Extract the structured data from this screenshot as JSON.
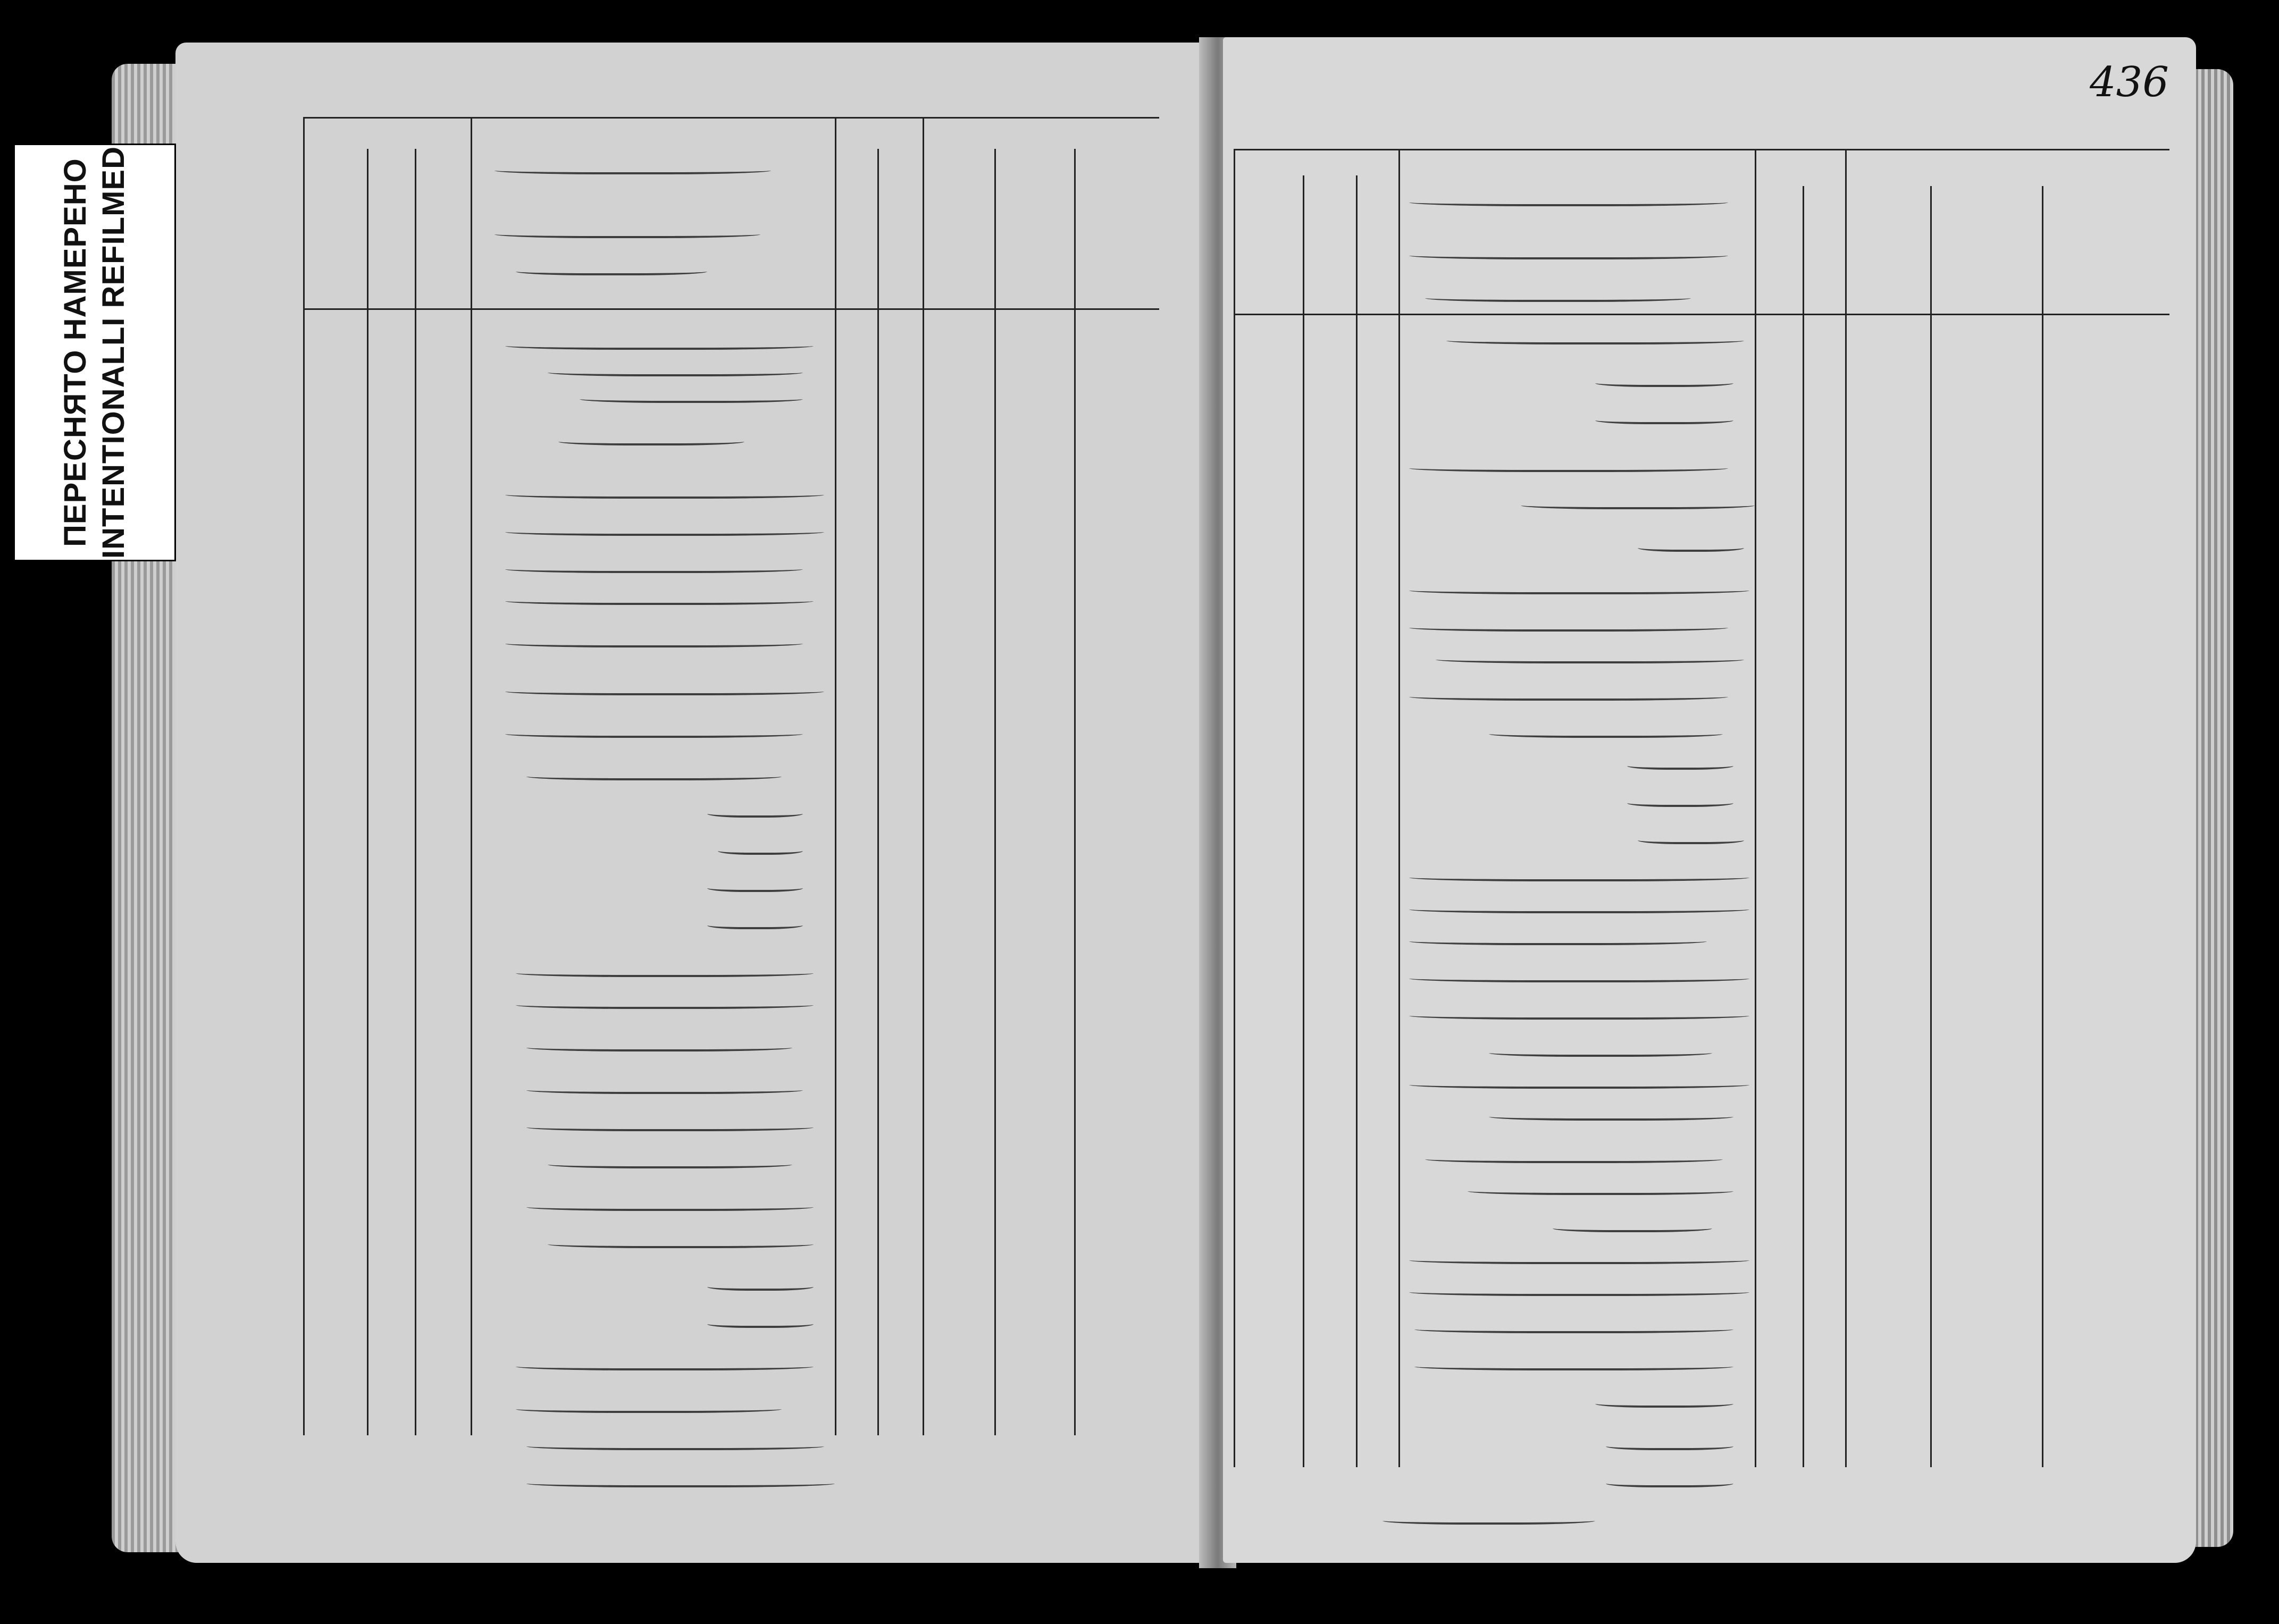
{
  "stamp": {
    "line1": "ПЕРЕСНЯТО НАМЕРЕНО",
    "line2": "INTENTIONALLI REFILMED"
  },
  "folio": "436"
}
